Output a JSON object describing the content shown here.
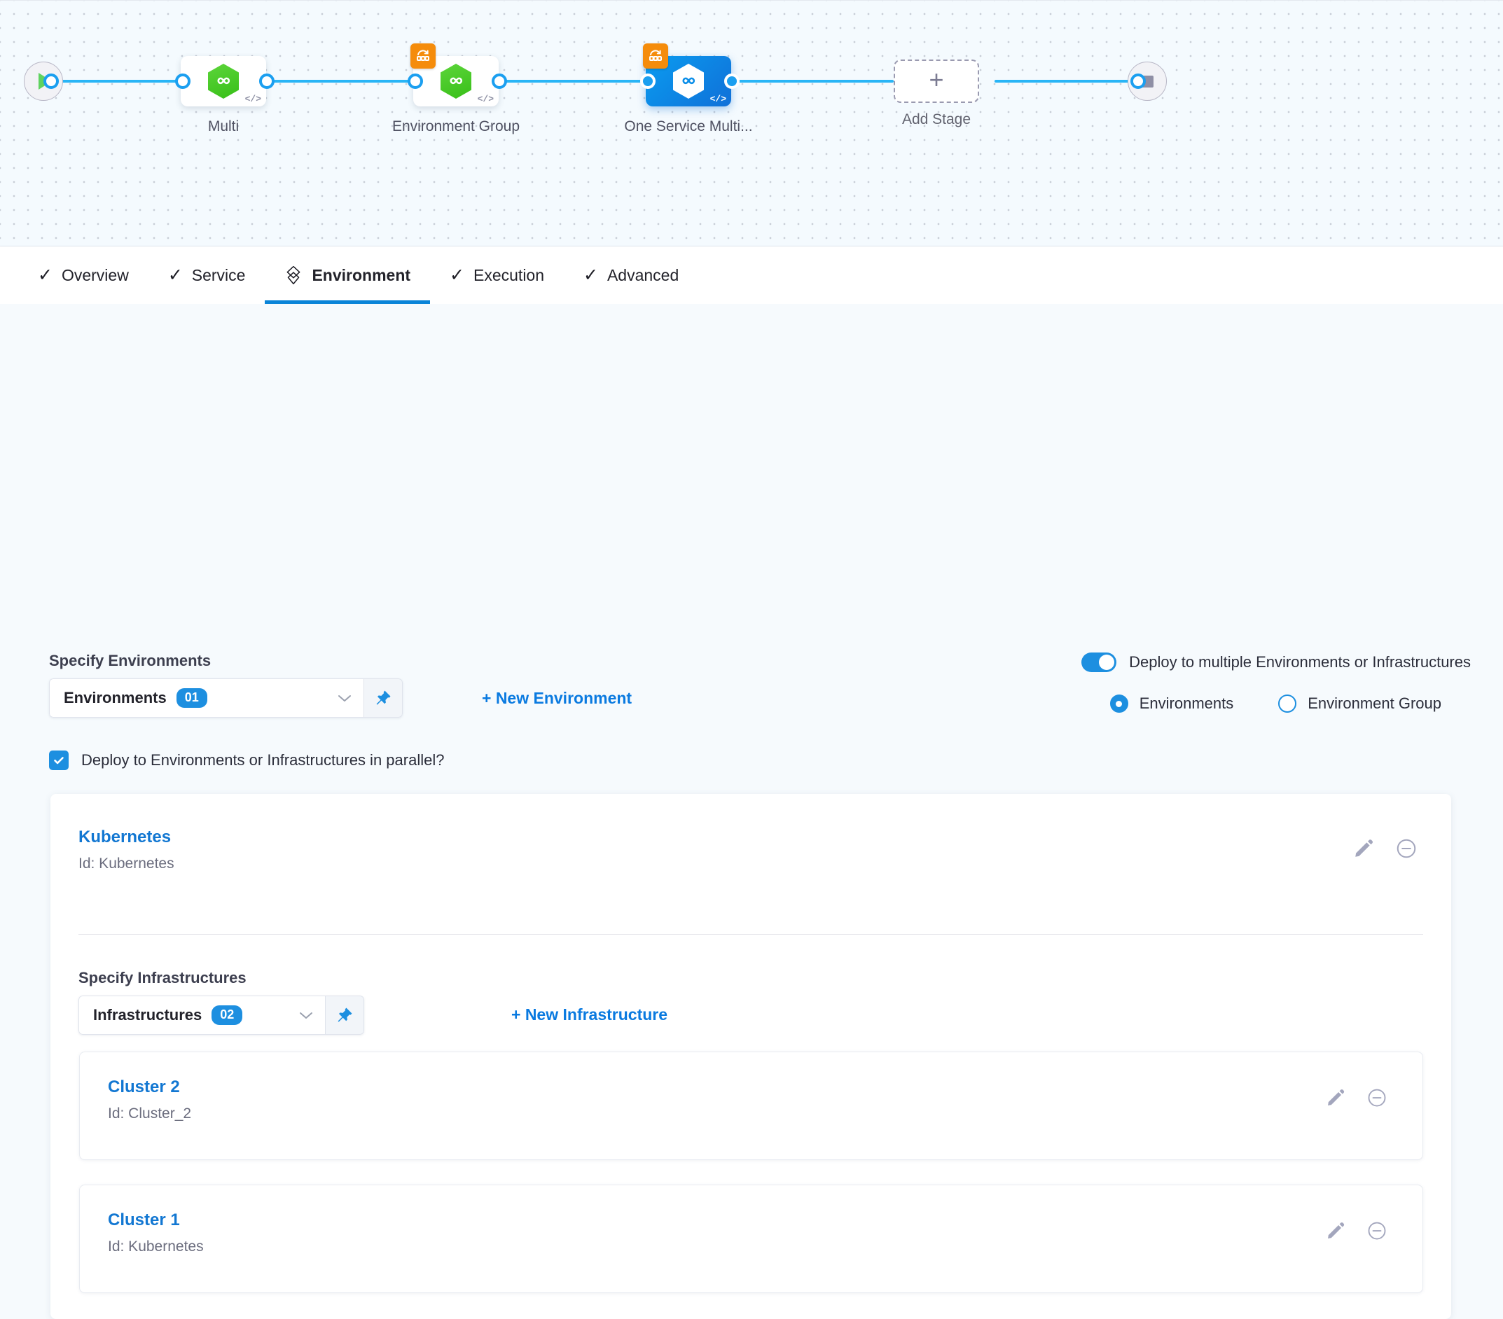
{
  "canvas": {
    "start_node": "pipeline-start",
    "end_node": "pipeline-end",
    "stages": [
      {
        "label": "Multi",
        "selected": false,
        "matrix_badge": false,
        "icon": "harness-service-hex-icon",
        "code_glyph": "</>"
      },
      {
        "label": "Environment Group",
        "selected": false,
        "matrix_badge": true,
        "icon": "harness-service-hex-icon",
        "code_glyph": "</>"
      },
      {
        "label": "One Service Multi...",
        "selected": true,
        "matrix_badge": true,
        "icon": "harness-service-hex-icon",
        "code_glyph": "</>"
      }
    ],
    "add_stage_label": "Add Stage",
    "add_stage_glyph": "+"
  },
  "tabs": [
    {
      "label": "Overview",
      "icon": "check-icon",
      "active": false
    },
    {
      "label": "Service",
      "icon": "check-icon",
      "active": false
    },
    {
      "label": "Environment",
      "icon": "layers-icon",
      "active": true
    },
    {
      "label": "Execution",
      "icon": "check-icon",
      "active": false
    },
    {
      "label": "Advanced",
      "icon": "check-icon",
      "active": false
    }
  ],
  "environment_section": {
    "specify_label": "Specify Environments",
    "select_value": "Environments",
    "select_count": "01",
    "new_link": "+ New Environment",
    "multi_toggle_label": "Deploy to multiple Environments or Infrastructures",
    "multi_toggle_on": true,
    "radios": [
      {
        "label": "Environments",
        "selected": true
      },
      {
        "label": "Environment Group",
        "selected": false
      }
    ],
    "parallel_checkbox_label": "Deploy to Environments or Infrastructures in parallel?",
    "parallel_checked": true
  },
  "environment_card": {
    "name": "Kubernetes",
    "id_text": "Id: Kubernetes",
    "edit_icon": "pencil-icon",
    "remove_icon": "minus-circle-icon",
    "infrastructure_section": {
      "specify_label": "Specify Infrastructures",
      "select_value": "Infrastructures",
      "select_count": "02",
      "new_link": "+ New Infrastructure"
    },
    "infrastructures": [
      {
        "name": "Cluster 2",
        "id_text": "Id: Cluster_2",
        "edit_icon": "pencil-icon",
        "remove_icon": "minus-circle-icon"
      },
      {
        "name": "Cluster 1",
        "id_text": "Id: Kubernetes",
        "edit_icon": "pencil-icon",
        "remove_icon": "minus-circle-icon"
      }
    ]
  },
  "colors": {
    "accent_blue": "#1d8fe0",
    "link_blue": "#1277d2",
    "wire_blue": "#29b5f6",
    "service_green": "#38bf18",
    "matrix_orange": "#f58c0b",
    "page_bg": "#f6fafd"
  }
}
